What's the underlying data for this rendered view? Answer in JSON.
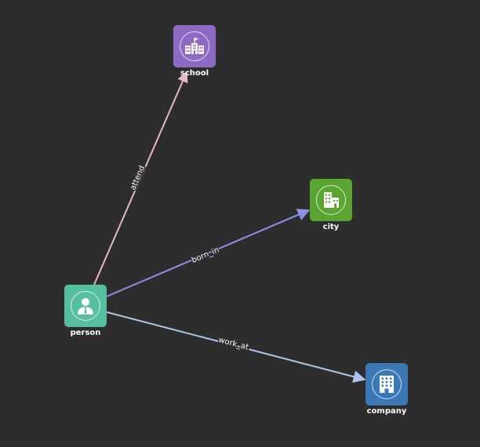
{
  "nodes": {
    "school": {
      "label": "school",
      "color": "#8d6bc4",
      "icon": "school-building-icon"
    },
    "city": {
      "label": "city",
      "color": "#5aa531",
      "icon": "city-buildings-icon"
    },
    "person": {
      "label": "person",
      "color": "#56bea1",
      "icon": "person-icon"
    },
    "company": {
      "label": "company",
      "color": "#3a78b6",
      "icon": "office-building-icon"
    }
  },
  "edges": {
    "attend": {
      "label": "attend",
      "from": "person",
      "to": "school",
      "color": "#e8b8c8"
    },
    "born_in": {
      "label": "born_in",
      "from": "person",
      "to": "city",
      "color": "#8f90e6"
    },
    "work_at": {
      "label": "work_at",
      "from": "person",
      "to": "company",
      "color": "#aec5ea"
    }
  }
}
